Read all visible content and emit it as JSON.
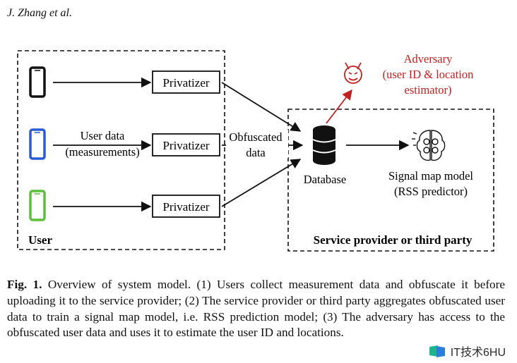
{
  "header": {
    "author": "J. Zhang et al."
  },
  "diagram": {
    "user_box_label": "User",
    "service_box_label": "Service provider or third party",
    "privatizer_labels": [
      "Privatizer",
      "Privatizer",
      "Privatizer"
    ],
    "user_data_lines": [
      "User data",
      "(measurements)"
    ],
    "obfuscated_lines": [
      "Obfuscated",
      "data"
    ],
    "database_label": "Database",
    "model_lines": [
      "Signal map model",
      "(RSS predictor)"
    ],
    "adversary_lines": [
      "Adversary",
      "(user ID & location",
      "estimator)"
    ],
    "phone_colors": [
      "#111111",
      "#2a5bd7",
      "#5bbf3a"
    ],
    "adversary_color": "#c0201e"
  },
  "caption": {
    "label": "Fig. 1.",
    "text": "Overview of system model. (1) Users collect measurement data and obfuscate it before uploading it to the service provider; (2) The service provider or third party aggregates obfuscated user data to train a signal map model, i.e. RSS prediction model; (3) The adversary has access to the obfuscated user data and uses it to estimate the user ID and locations."
  },
  "watermark": {
    "text": "IT技术6HU"
  }
}
